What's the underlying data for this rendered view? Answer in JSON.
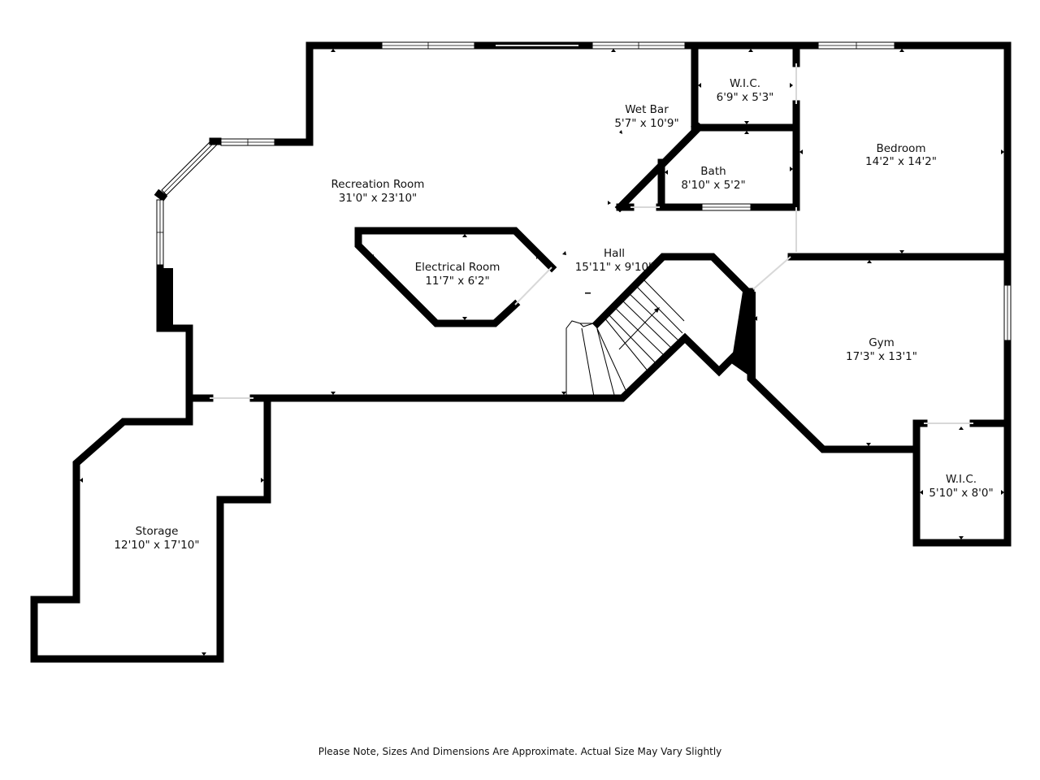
{
  "rooms": {
    "recreation": {
      "name": "Recreation Room",
      "dim": "31'0\" x 23'10\""
    },
    "wet_bar": {
      "name": "Wet Bar",
      "dim": "5'7\" x 10'9\""
    },
    "wic_top": {
      "name": "W.I.C.",
      "dim": "6'9\" x 5'3\""
    },
    "bath": {
      "name": "Bath",
      "dim": "8'10\" x 5'2\""
    },
    "bedroom": {
      "name": "Bedroom",
      "dim": "14'2\" x 14'2\""
    },
    "electrical": {
      "name": "Electrical Room",
      "dim": "11'7\" x 6'2\""
    },
    "hall": {
      "name": "Hall",
      "dim": "15'11\" x 9'10\""
    },
    "gym": {
      "name": "Gym",
      "dim": "17'3\" x 13'1\""
    },
    "wic_bottom": {
      "name": "W.I.C.",
      "dim": "5'10\" x 8'0\""
    },
    "storage": {
      "name": "Storage",
      "dim": "12'10\" x 17'10\""
    }
  },
  "footer": {
    "note": "Please Note, Sizes And Dimensions Are Approximate. Actual Size May Vary Slightly"
  }
}
